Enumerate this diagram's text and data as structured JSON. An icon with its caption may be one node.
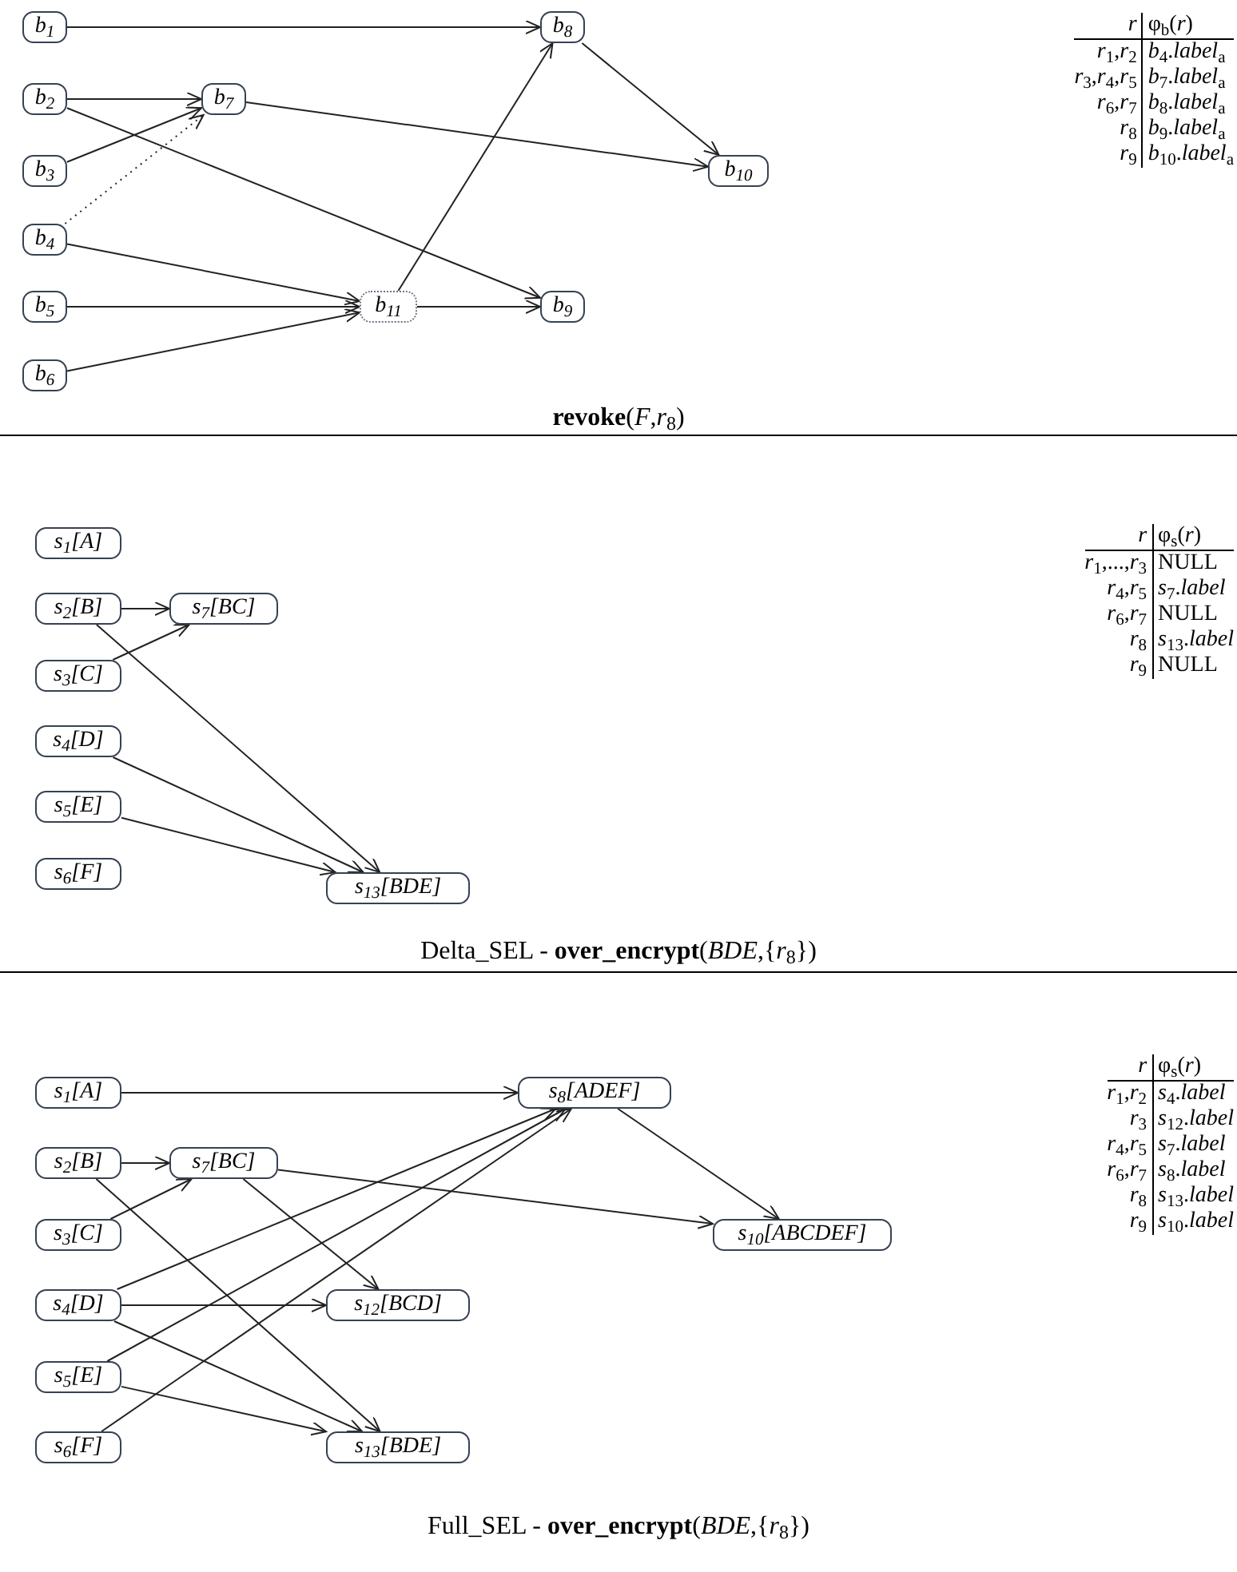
{
  "diagram": {
    "nodes": [
      {
        "text": [
          "b$_{1}$"
        ]
      },
      {
        "text": [
          "b$_{2}$"
        ]
      },
      {
        "text": [
          "b$_{3}$"
        ]
      },
      {
        "text": [
          "b$_{4}$"
        ]
      },
      {
        "text": [
          "b$_{5}$"
        ]
      },
      {
        "text": [
          "b$_{6}$"
        ]
      },
      {
        "text": [
          "b$_{7}$"
        ]
      },
      {
        "text": [
          "b$_{8}$"
        ]
      },
      {
        "text": [
          "b$_{9}$"
        ]
      },
      {
        "text": [
          "b$_{10}$"
        ]
      },
      {
        "text": [
          "b$_{11}$"
        ]
      },
      {
        "text": [
          "s$_{1}$[A]"
        ]
      },
      {
        "text": [
          "s$_{2}$[B]"
        ]
      },
      {
        "text": [
          "s$_{3}$[C]"
        ]
      },
      {
        "text": [
          "s$_{4}$[D]"
        ]
      },
      {
        "text": [
          "s$_{5}$[E]"
        ]
      },
      {
        "text": [
          "s$_{6}$[F]"
        ]
      },
      {
        "text": [
          "s$_{7}$[BC]"
        ]
      },
      {
        "text": [
          "s$_{13}$[BDE]"
        ]
      },
      {
        "text": [
          "s$_{1}$[A]"
        ]
      },
      {
        "text": [
          "s$_{2}$[B]"
        ]
      },
      {
        "text": [
          "s$_{3}$[C]"
        ]
      },
      {
        "text": [
          "s$_{4}$[D]"
        ]
      },
      {
        "text": [
          "s$_{5}$[E]"
        ]
      },
      {
        "text": [
          "s$_{6}$[F]"
        ]
      },
      {
        "text": [
          "s$_{7}$[BC]"
        ]
      },
      {
        "text": [
          "s$_{8}$[ADEF]"
        ]
      },
      {
        "text": [
          "s$_{10}$[ABCDEF]"
        ]
      },
      {
        "text": [
          "s$_{12}$[BCD]"
        ]
      },
      {
        "text": [
          "s$_{13}$[BDE]"
        ]
      }
    ],
    "edges": [
      {
        "from": 0,
        "to": 7,
        "arrow": "to"
      },
      {
        "from": 1,
        "to": 6,
        "arrow": "to"
      },
      {
        "from": 1,
        "to": 8,
        "arrow": "to"
      },
      {
        "from": 2,
        "to": 6,
        "arrow": "to"
      },
      {
        "from": 3,
        "to": 6,
        "arrow": "to",
        "style": "dashed"
      },
      {
        "from": 3,
        "to": 10,
        "arrow": "to"
      },
      {
        "from": 4,
        "to": 10,
        "arrow": "to"
      },
      {
        "from": 5,
        "to": 10,
        "arrow": "to"
      },
      {
        "from": 10,
        "to": 7,
        "arrow": "to"
      },
      {
        "from": 10,
        "to": 8,
        "arrow": "to"
      },
      {
        "from": 6,
        "to": 9,
        "arrow": "to"
      },
      {
        "from": 7,
        "to": 9,
        "arrow": "to"
      },
      {
        "from": 12,
        "to": 17,
        "arrow": "to"
      },
      {
        "from": 13,
        "to": 17,
        "arrow": "to"
      },
      {
        "from": 12,
        "to": 18,
        "arrow": "to"
      },
      {
        "from": 14,
        "to": 18,
        "arrow": "to"
      },
      {
        "from": 15,
        "to": 18,
        "arrow": "to"
      },
      {
        "from": 19,
        "to": 26,
        "arrow": "to"
      },
      {
        "from": 20,
        "to": 25,
        "arrow": "to"
      },
      {
        "from": 21,
        "to": 25,
        "arrow": "to"
      },
      {
        "from": 20,
        "to": 29,
        "arrow": "to"
      },
      {
        "from": 25,
        "to": 28,
        "arrow": "to"
      },
      {
        "from": 25,
        "to": 27,
        "arrow": "to"
      },
      {
        "from": 22,
        "to": 26,
        "arrow": "to"
      },
      {
        "from": 23,
        "to": 26,
        "arrow": "to"
      },
      {
        "from": 24,
        "to": 26,
        "arrow": "to"
      },
      {
        "from": 22,
        "to": 28,
        "arrow": "to"
      },
      {
        "from": 22,
        "to": 29,
        "arrow": "to"
      },
      {
        "from": 23,
        "to": 29,
        "arrow": "to"
      },
      {
        "from": 26,
        "to": 27,
        "arrow": "to"
      }
    ],
    "labels": [
      "*r*",
      "φ$_{b}$(*r*)",
      "*r*$_{1}$,*r*$_{2}$",
      "*b*$_{4}$.*label*$_{a}$",
      "*r*$_{3}$,*r*$_{4}$,*r*$_{5}$",
      "*b*$_{7}$.*label*$_{a}$",
      "*r*$_{6}$,*r*$_{7}$",
      "*b*$_{8}$.*label*$_{a}$",
      "*r*$_{8}$",
      "*b*$_{9}$.*label*$_{a}$",
      "*r*$_{9}$",
      "*b*$_{10}$.*label*$_{a}$",
      "**revoke**(*F*,*r*$_{8}$)",
      "*r*",
      "φ$_{s}$(*r*)",
      "*r*$_{1}$,...,*r*$_{3}$",
      "NULL",
      "*r*$_{4}$,*r*$_{5}$",
      "*s*$_{7}$.*label*",
      "*r*$_{6}$,*r*$_{7}$",
      "NULL",
      "*r*$_{8}$",
      "*s*$_{13}$.*label*",
      "*r*$_{9}$",
      "NULL",
      "Delta_SEL - **over_encrypt**(*BDE*,{*r*$_{8}$})",
      "*r*",
      "φ$_{s}$(*r*)",
      "*r*$_{1}$,*r*$_{2}$",
      "*s*$_{4}$.*label*",
      "*r*$_{3}$",
      "*s*$_{12}$.*label*",
      "*r*$_{4}$,*r*$_{5}$",
      "*s*$_{7}$.*label*",
      "*r*$_{6}$,*r*$_{7}$",
      "*s*$_{8}$.*label*",
      "*r*$_{8}$",
      "*s*$_{13}$.*label*",
      "*r*$_{9}$",
      "*s*$_{10}$.*label*",
      "Full_SEL - **over_encrypt**(*BDE*,{*r*$_{8}$})"
    ]
  }
}
